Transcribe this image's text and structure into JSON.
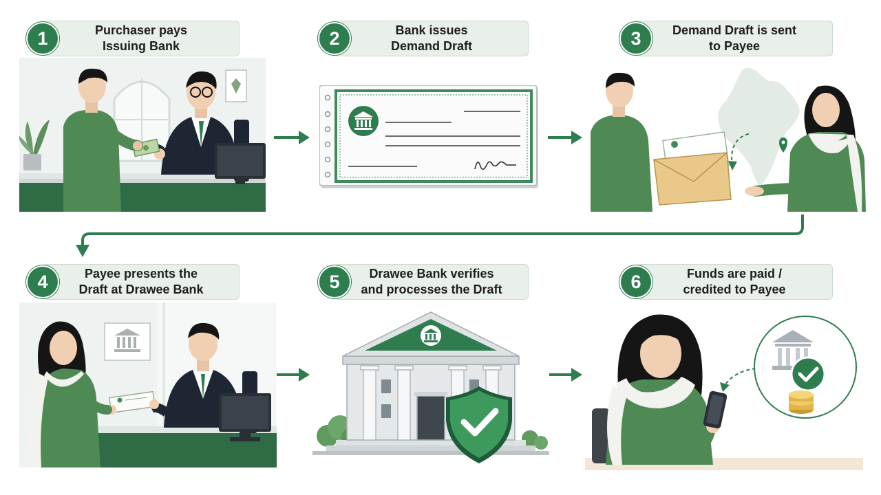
{
  "steps": [
    {
      "number": "1",
      "line1": "Purchaser pays",
      "line2": "Issuing Bank"
    },
    {
      "number": "2",
      "line1": "Bank issues",
      "line2": "Demand Draft"
    },
    {
      "number": "3",
      "line1": "Demand Draft is sent",
      "line2": "to Payee"
    },
    {
      "number": "4",
      "line1": "Payee presents the",
      "line2": "Draft at Drawee Bank"
    },
    {
      "number": "5",
      "line1": "Drawee Bank verifies",
      "line2": "and processes the Draft"
    },
    {
      "number": "6",
      "line1": "Funds are paid /",
      "line2": "credited to Payee"
    }
  ],
  "colors": {
    "accent": "#2e7d4f",
    "pill_bg": "#e8f0e9",
    "shirt_green": "#4f8a55",
    "suit": "#1f2633"
  },
  "icons": [
    "bank-icon",
    "check-icon",
    "location-pin-icon",
    "coin-stack-icon",
    "shield-icon"
  ]
}
